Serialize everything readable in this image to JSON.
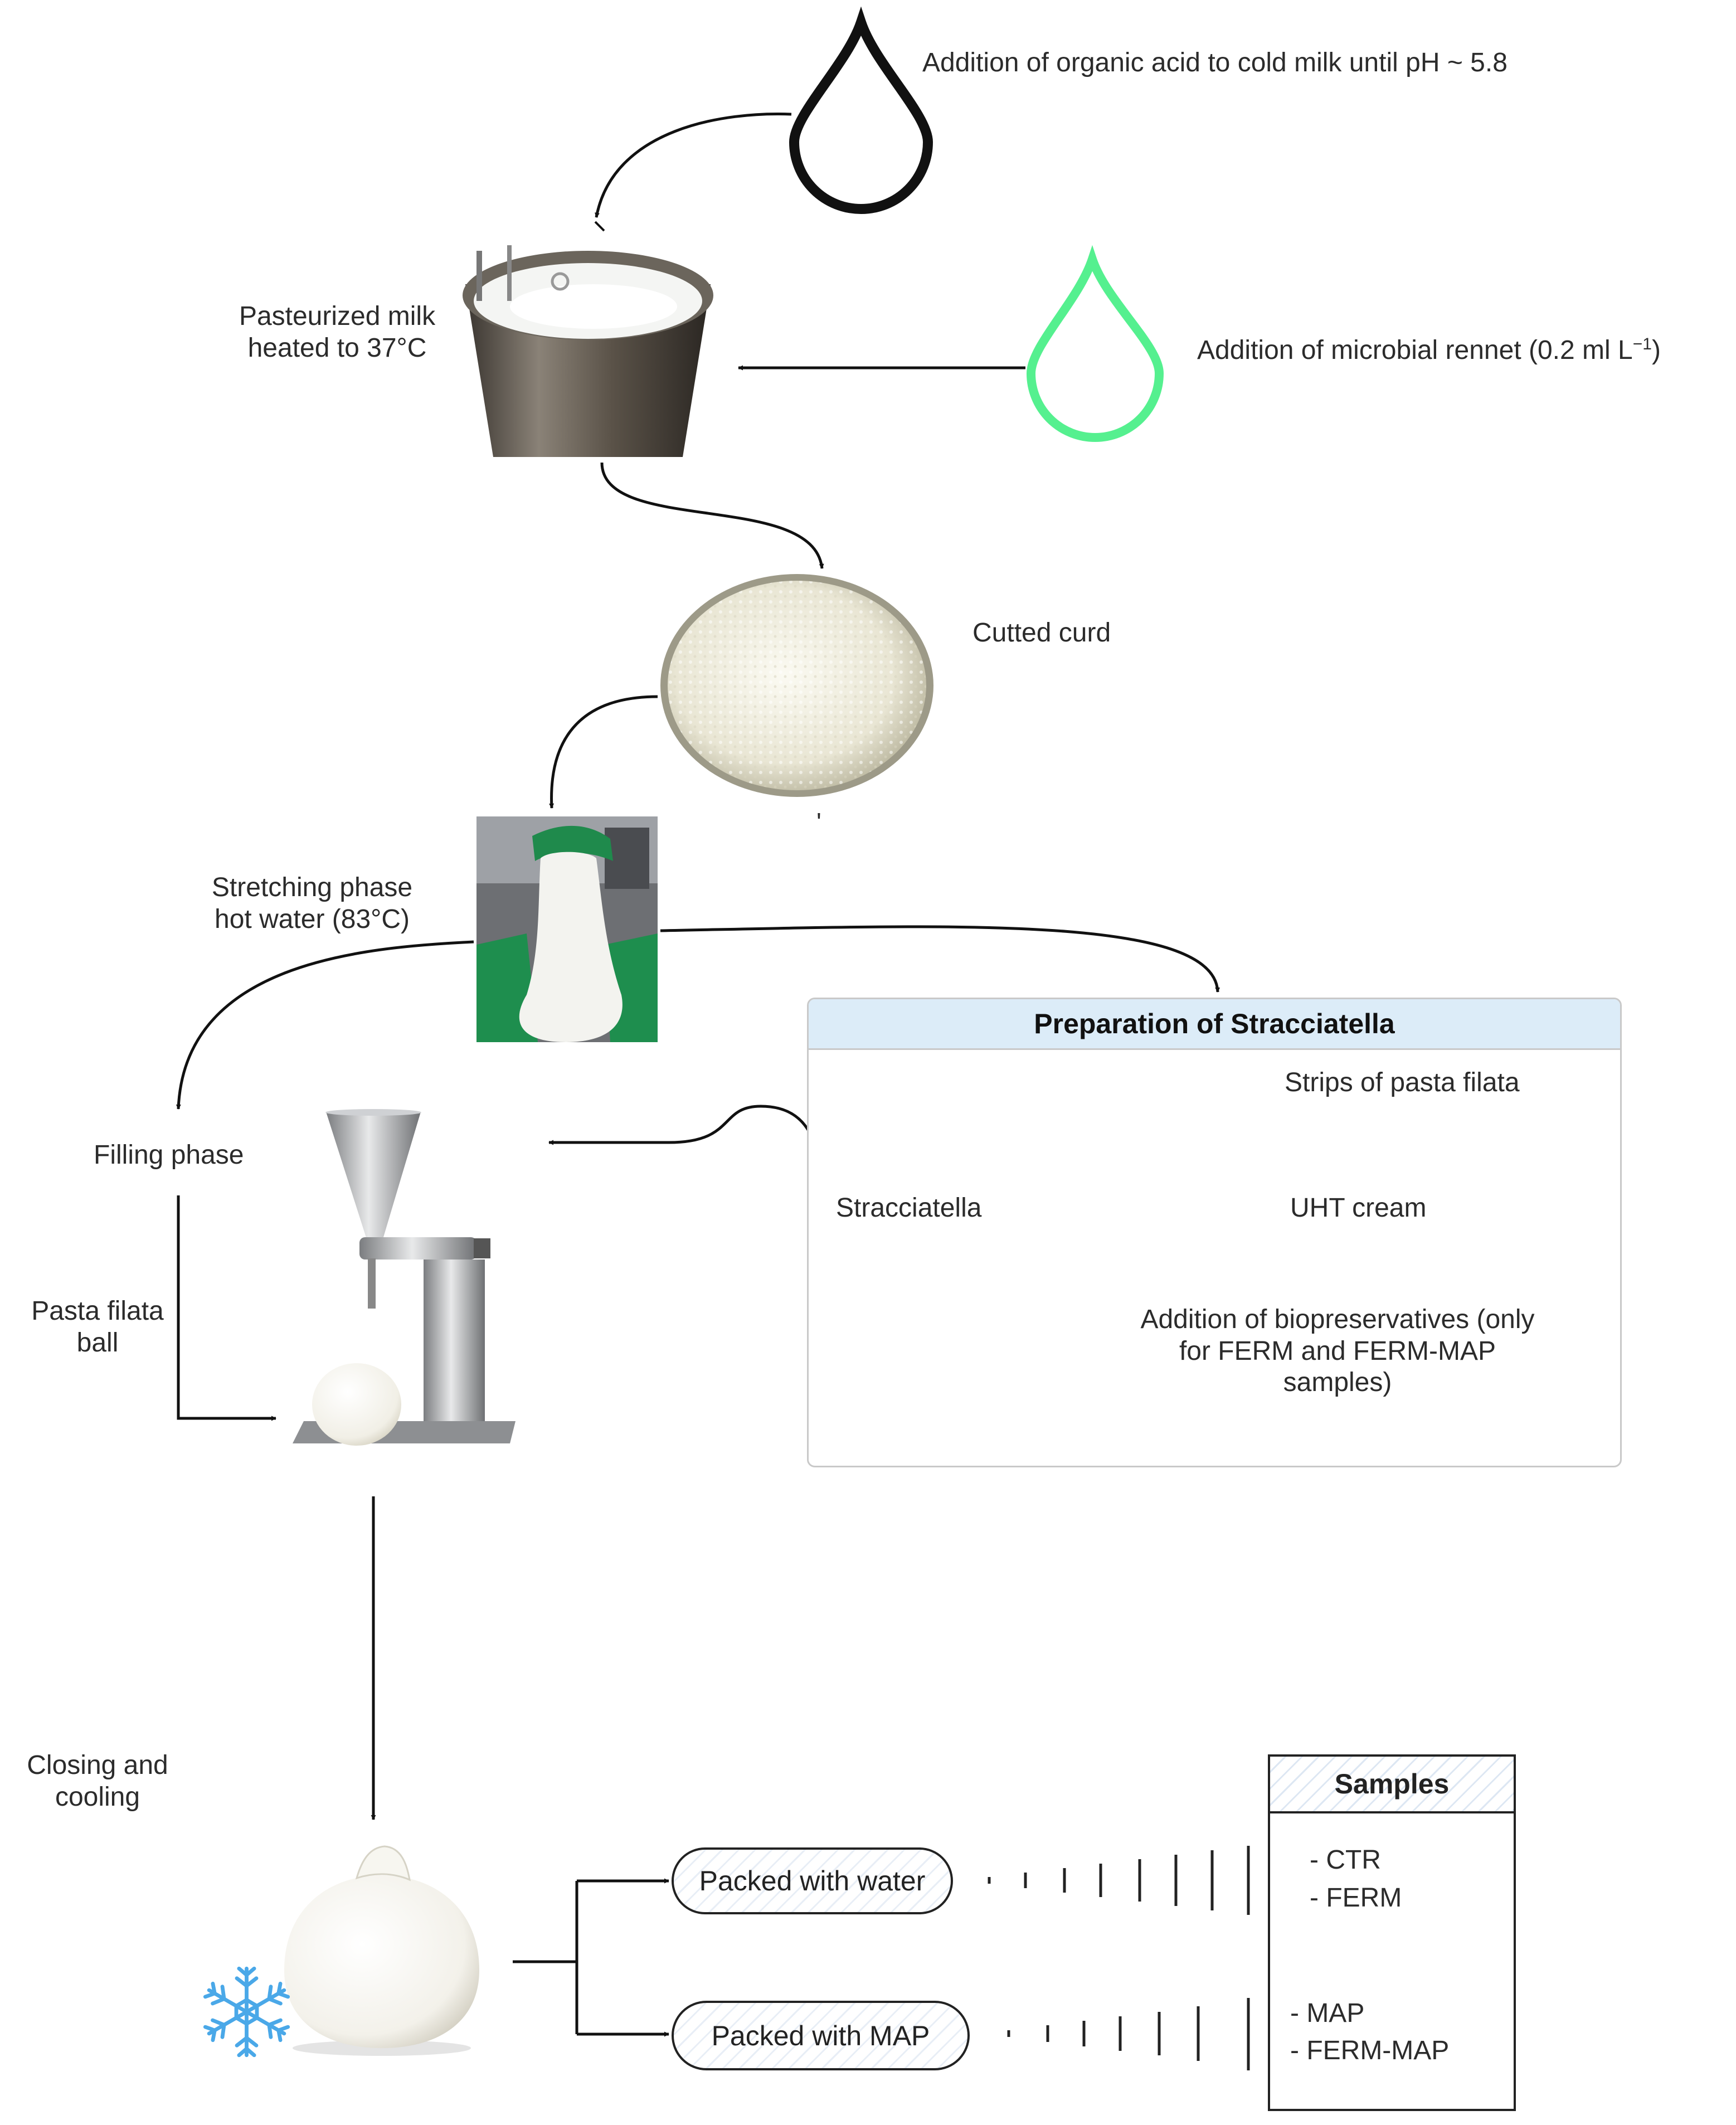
{
  "steps": {
    "acid": "Addition of organic acid to cold milk until pH ~ 5.8",
    "milk_line1": "Pasteurized milk",
    "milk_line2": "heated to 37°C",
    "rennet_main": "Addition of microbial rennet (0.2 ml L",
    "rennet_sup": "−1",
    "rennet_close": ")",
    "curd": "Cutted curd",
    "stretch_line1": "Stretching phase",
    "stretch_line2": "hot water (83°C)",
    "filling": "Filling phase",
    "ball_line1": "Pasta filata",
    "ball_line2": "ball",
    "closing_line1": "Closing and",
    "closing_line2": "cooling",
    "tick": "'"
  },
  "stracciatella_box": {
    "title": "Preparation of Stracciatella",
    "root": "Stracciatella",
    "branches": [
      "Strips of pasta filata",
      "UHT cream"
    ],
    "bio_line1": "Addition of biopreservatives (only",
    "bio_line2": "for FERM and FERM-MAP",
    "bio_line3": "samples)"
  },
  "packaging": {
    "water": "Packed with water",
    "map": "Packed with MAP"
  },
  "samples": {
    "title": "Samples",
    "water_group": [
      "- CTR",
      "- FERM"
    ],
    "map_group": [
      "- MAP",
      "- FERM-MAP"
    ]
  },
  "colors": {
    "acid_drop": "#111111",
    "rennet_drop": "#55f08f",
    "snowflake": "#4aa8e8",
    "box_header": "#dcecf8"
  }
}
